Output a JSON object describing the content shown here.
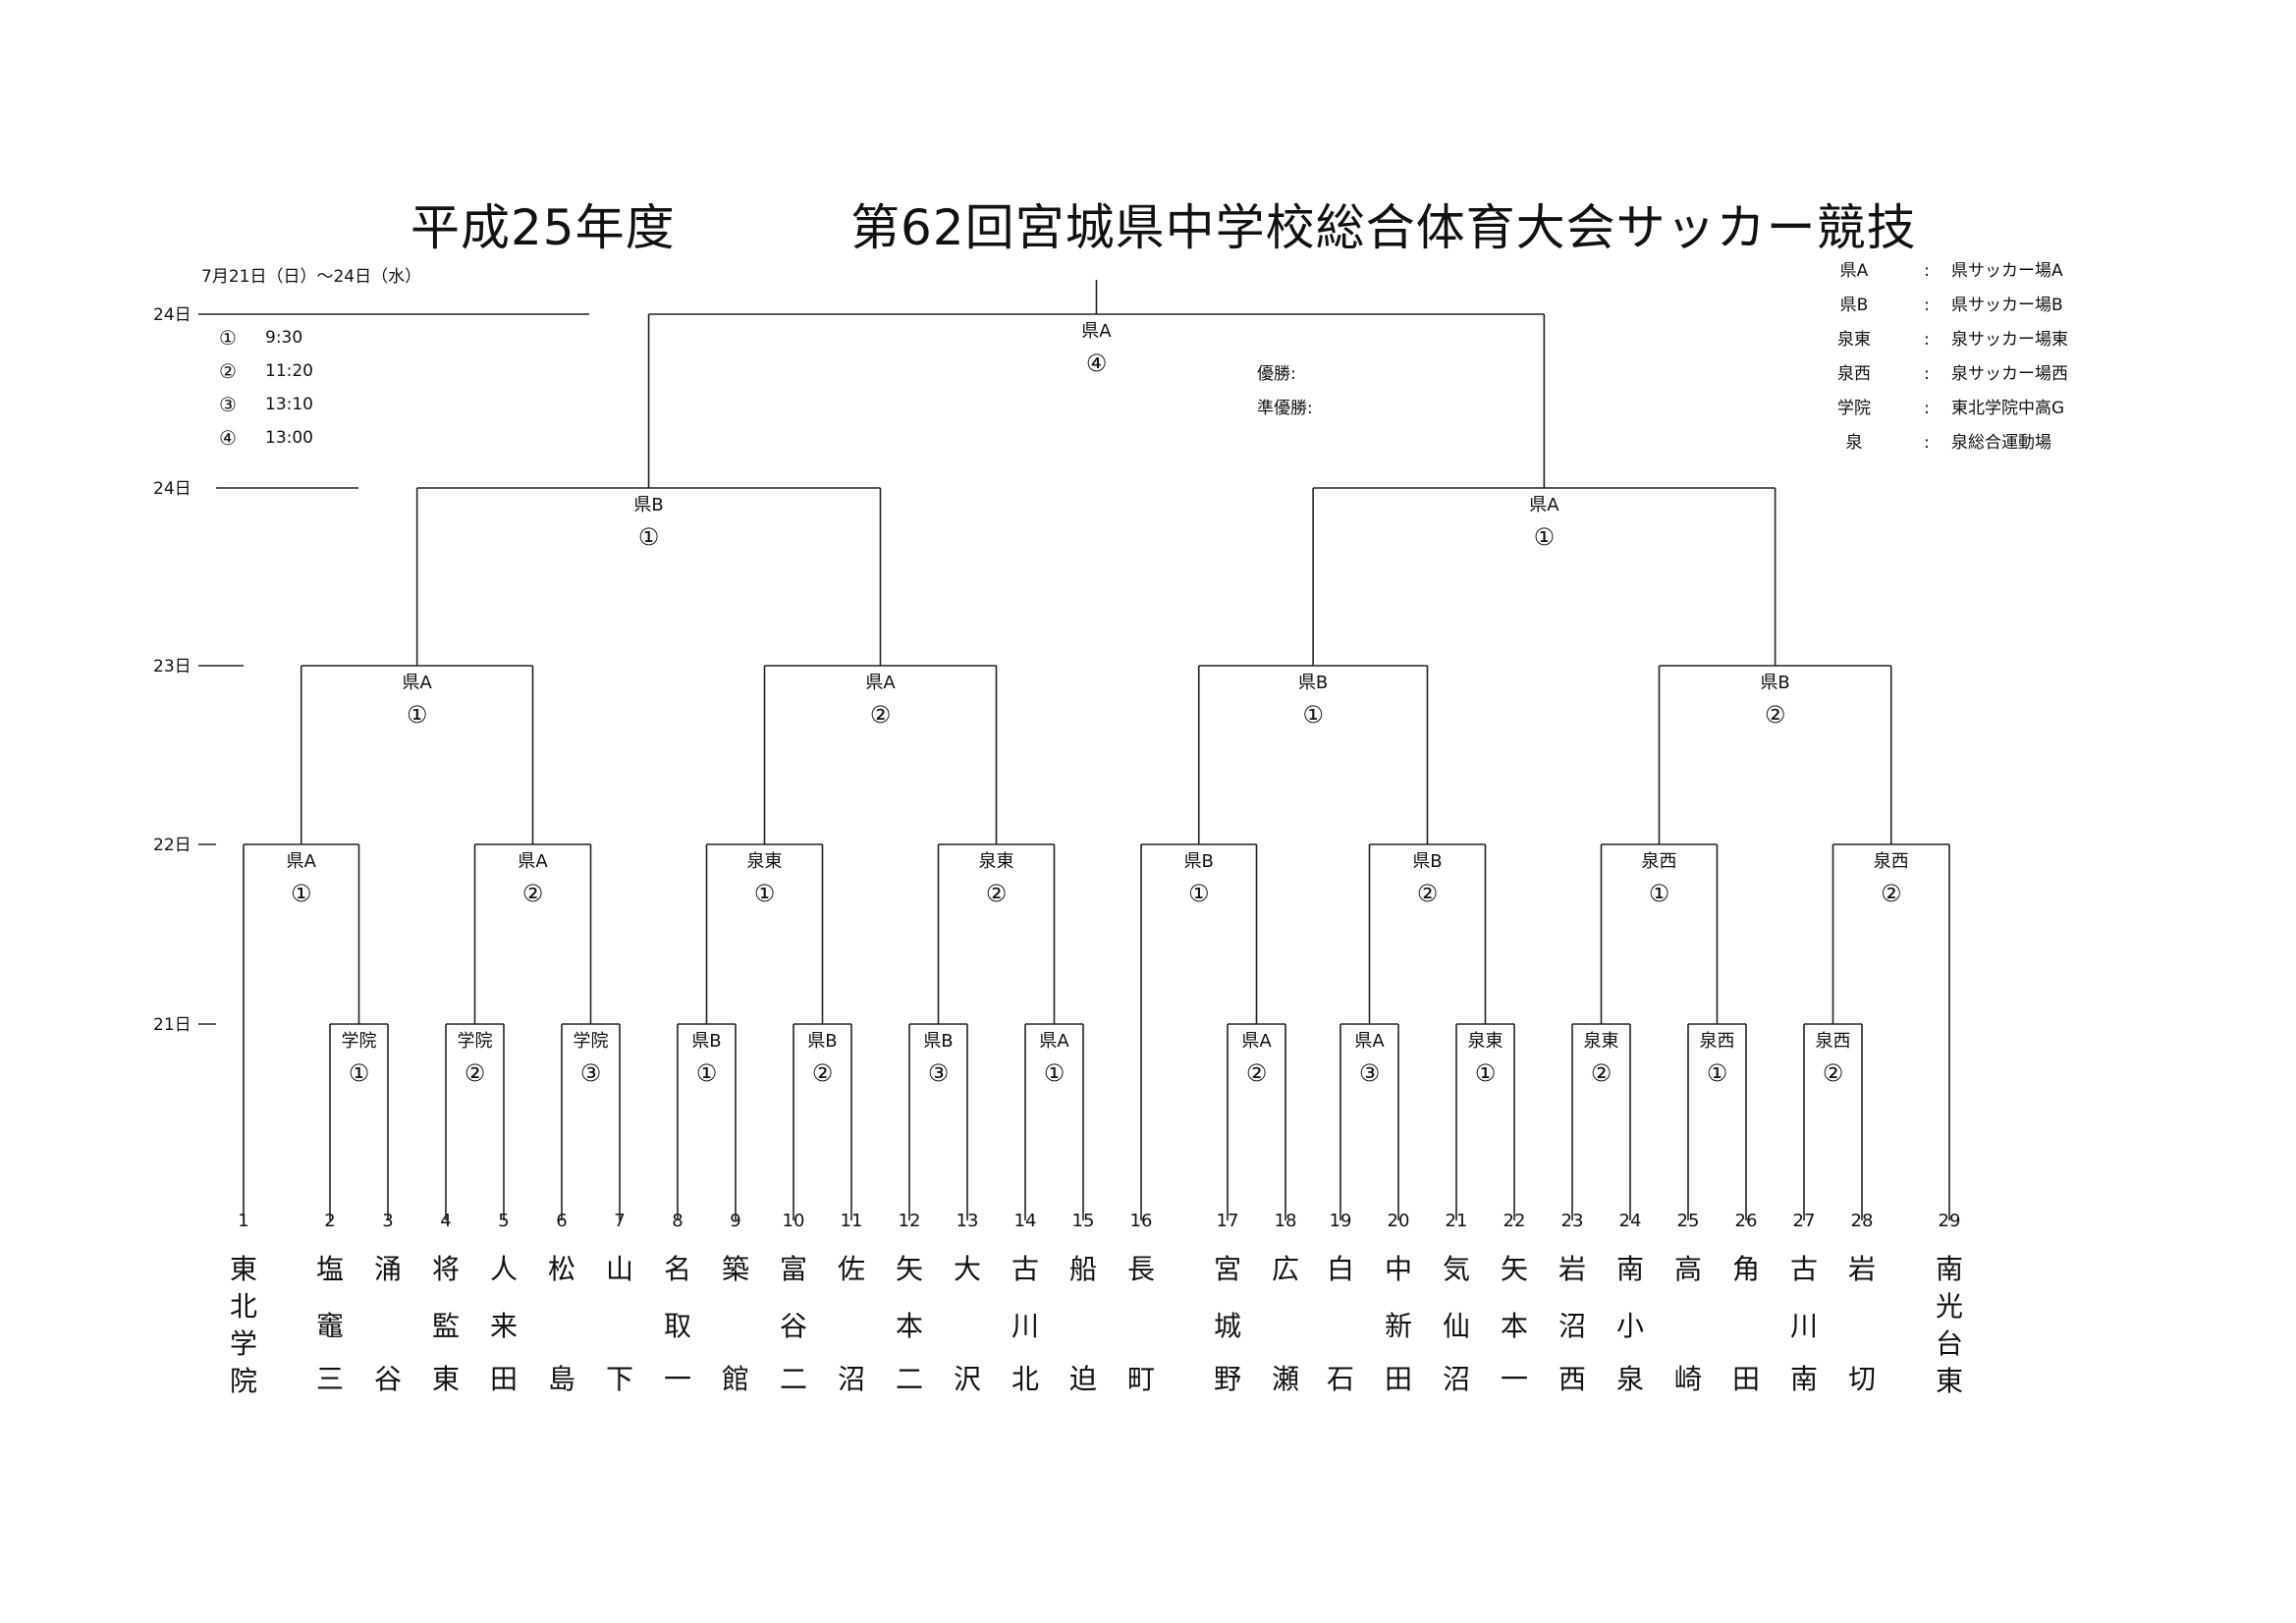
{
  "header": {
    "era_year": "平成25年度",
    "title": "第62回宮城県中学校総合体育大会サッカー競技",
    "dates": "7月21日（日）～24日（水）"
  },
  "schedule": {
    "day_labels": [
      "24日",
      "24日",
      "23日",
      "22日",
      "21日"
    ],
    "kickoffs": [
      {
        "mark": "①",
        "time": "9:30"
      },
      {
        "mark": "②",
        "time": "11:20"
      },
      {
        "mark": "③",
        "time": "13:10"
      },
      {
        "mark": "④",
        "time": "13:00"
      }
    ]
  },
  "results": {
    "champion_label": "優勝:",
    "runnerup_label": "準優勝:"
  },
  "venues": [
    {
      "code": "県A",
      "name": "県サッカー場A"
    },
    {
      "code": "県B",
      "name": "県サッカー場B"
    },
    {
      "code": "泉東",
      "name": "泉サッカー場東"
    },
    {
      "code": "泉西",
      "name": "泉サッカー場西"
    },
    {
      "code": "学院",
      "name": "東北学院中高G"
    },
    {
      "code": "泉",
      "name": "泉総合運動場"
    }
  ],
  "teams": [
    {
      "seed": "1",
      "chars": [
        "東",
        "北",
        "学",
        "院"
      ]
    },
    {
      "seed": "2",
      "chars": [
        "塩",
        "竈",
        "三"
      ]
    },
    {
      "seed": "3",
      "chars": [
        "涌",
        "谷"
      ]
    },
    {
      "seed": "4",
      "chars": [
        "将",
        "監",
        "東"
      ]
    },
    {
      "seed": "5",
      "chars": [
        "人",
        "来",
        "田"
      ]
    },
    {
      "seed": "6",
      "chars": [
        "松",
        "島"
      ]
    },
    {
      "seed": "7",
      "chars": [
        "山",
        "下"
      ]
    },
    {
      "seed": "8",
      "chars": [
        "名",
        "取",
        "一"
      ]
    },
    {
      "seed": "9",
      "chars": [
        "築",
        "館"
      ]
    },
    {
      "seed": "10",
      "chars": [
        "富",
        "谷",
        "二"
      ]
    },
    {
      "seed": "11",
      "chars": [
        "佐",
        "沼"
      ]
    },
    {
      "seed": "12",
      "chars": [
        "矢",
        "本",
        "二"
      ]
    },
    {
      "seed": "13",
      "chars": [
        "大",
        "沢"
      ]
    },
    {
      "seed": "14",
      "chars": [
        "古",
        "川",
        "北"
      ]
    },
    {
      "seed": "15",
      "chars": [
        "船",
        "迫"
      ]
    },
    {
      "seed": "16",
      "chars": [
        "長",
        "町"
      ]
    },
    {
      "seed": "17",
      "chars": [
        "宮",
        "城",
        "野"
      ]
    },
    {
      "seed": "18",
      "chars": [
        "広",
        "瀬"
      ]
    },
    {
      "seed": "19",
      "chars": [
        "白",
        "石"
      ]
    },
    {
      "seed": "20",
      "chars": [
        "中",
        "新",
        "田"
      ]
    },
    {
      "seed": "21",
      "chars": [
        "気",
        "仙",
        "沼"
      ]
    },
    {
      "seed": "22",
      "chars": [
        "矢",
        "本",
        "一"
      ]
    },
    {
      "seed": "23",
      "chars": [
        "岩",
        "沼",
        "西"
      ]
    },
    {
      "seed": "24",
      "chars": [
        "南",
        "小",
        "泉"
      ]
    },
    {
      "seed": "25",
      "chars": [
        "高",
        "崎"
      ]
    },
    {
      "seed": "26",
      "chars": [
        "角",
        "田"
      ]
    },
    {
      "seed": "27",
      "chars": [
        "古",
        "川",
        "南"
      ]
    },
    {
      "seed": "28",
      "chars": [
        "岩",
        "切"
      ]
    },
    {
      "seed": "29",
      "chars": [
        "南",
        "光",
        "台",
        "東"
      ]
    }
  ],
  "matches": {
    "r1": [
      {
        "venue": "学院",
        "slot": "①"
      },
      {
        "venue": "学院",
        "slot": "②"
      },
      {
        "venue": "学院",
        "slot": "③"
      },
      {
        "venue": "県B",
        "slot": "①"
      },
      {
        "venue": "県B",
        "slot": "②"
      },
      {
        "venue": "県B",
        "slot": "③"
      },
      {
        "venue": "県A",
        "slot": "①"
      },
      {
        "venue": "県A",
        "slot": "②"
      },
      {
        "venue": "県A",
        "slot": "③"
      },
      {
        "venue": "泉東",
        "slot": "①"
      },
      {
        "venue": "泉東",
        "slot": "②"
      },
      {
        "venue": "泉西",
        "slot": "①"
      },
      {
        "venue": "泉西",
        "slot": "②"
      }
    ],
    "r2": [
      {
        "venue": "県A",
        "slot": "①"
      },
      {
        "venue": "県A",
        "slot": "②"
      },
      {
        "venue": "泉東",
        "slot": "①"
      },
      {
        "venue": "泉東",
        "slot": "②"
      },
      {
        "venue": "県B",
        "slot": "①"
      },
      {
        "venue": "県B",
        "slot": "②"
      },
      {
        "venue": "泉西",
        "slot": "①"
      },
      {
        "venue": "泉西",
        "slot": "②"
      }
    ],
    "qf": [
      {
        "venue": "県A",
        "slot": "①"
      },
      {
        "venue": "県A",
        "slot": "②"
      },
      {
        "venue": "県B",
        "slot": "①"
      },
      {
        "venue": "県B",
        "slot": "②"
      }
    ],
    "sf": [
      {
        "venue": "県B",
        "slot": "①"
      },
      {
        "venue": "県A",
        "slot": "①"
      }
    ],
    "final": {
      "venue": "県A",
      "slot": "④"
    }
  }
}
